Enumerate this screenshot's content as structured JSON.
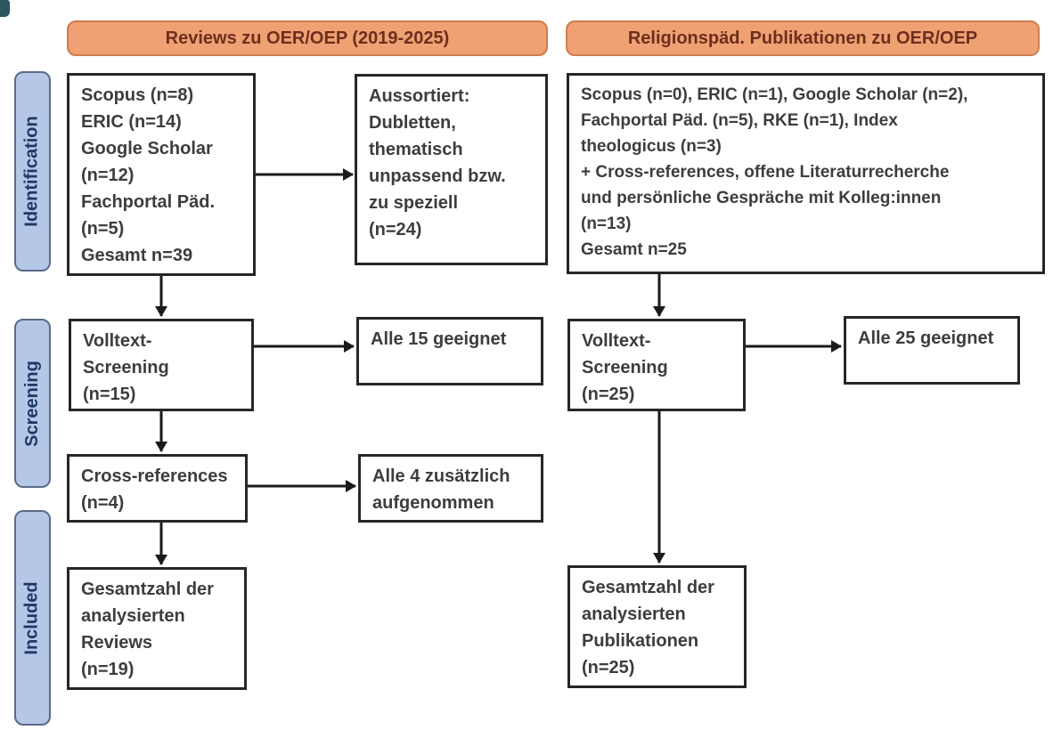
{
  "headers": {
    "left_label": "Reviews zu OER/OEP (2019-2025)",
    "right_label": "Religionspäd. Publikationen zu OER/OEP"
  },
  "stages": {
    "identification": "Identification",
    "screening": "Screening",
    "included": "Included"
  },
  "boxes": {
    "reviews_sources": {
      "lines": [
        "Scopus (n=8)",
        "ERIC (n=14)",
        "Google Scholar",
        "(n=12)",
        "Fachportal Päd.",
        "(n=5)",
        "Gesamt n=39"
      ]
    },
    "reviews_excluded": {
      "lines": [
        "Aussortiert:",
        "Dubletten,",
        "thematisch",
        "unpassend bzw.",
        "zu speziell",
        "(n=24)"
      ]
    },
    "relpaed_sources": {
      "lines": [
        "Scopus (n=0), ERIC (n=1), Google Scholar (n=2),",
        "Fachportal Päd. (n=5), RKE (n=1), Index",
        "theologicus (n=3)",
        "+ Cross-references, offene Literaturrecherche",
        "und persönliche Gespräche mit Kolleg:innen",
        "(n=13)",
        "Gesamt n=25"
      ]
    },
    "reviews_fulltext": {
      "lines": [
        "Volltext-",
        "Screening",
        "(n=15)"
      ]
    },
    "reviews_eligible": {
      "lines": [
        "Alle 15 geeignet"
      ]
    },
    "relpaed_fulltext": {
      "lines": [
        "Volltext-",
        "Screening",
        "(n=25)"
      ]
    },
    "relpaed_eligible": {
      "lines": [
        "Alle 25 geeignet"
      ]
    },
    "reviews_crossref": {
      "lines": [
        "Cross-references",
        "(n=4)"
      ]
    },
    "reviews_crossref_included": {
      "lines": [
        "Alle 4 zusätzlich",
        "aufgenommen"
      ]
    },
    "reviews_total": {
      "lines": [
        "Gesamtzahl der",
        "analysierten",
        "Reviews",
        "(n=19)"
      ]
    },
    "relpaed_total": {
      "lines": [
        "Gesamtzahl der",
        "analysierten",
        "Publikationen",
        "(n=25)"
      ]
    }
  },
  "colors": {
    "header_fill": "#efa173",
    "header_border": "#cf7c4f",
    "header_text": "#6e2e1e",
    "stage_fill": "#b4c7e7",
    "stage_border": "#5a6b87",
    "stage_text": "#1f3864",
    "box_border": "#262626",
    "box_text": "#3d3d3d",
    "arrow": "#1a1a1a",
    "corner_fragment": "#2a5660"
  }
}
